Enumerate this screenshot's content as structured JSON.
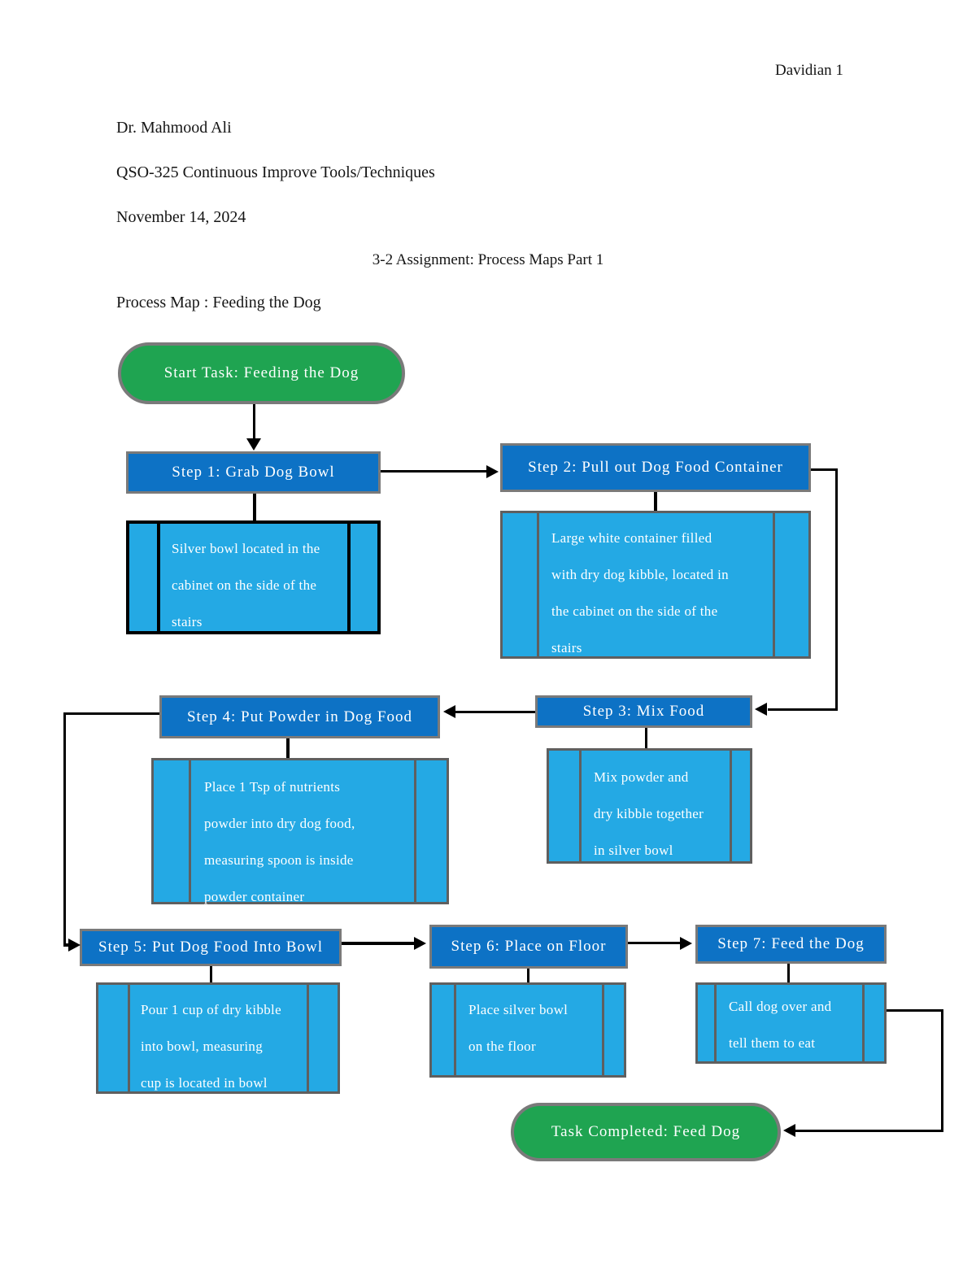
{
  "page": {
    "header_right": "Davidian 1"
  },
  "document": {
    "instructor": "Dr. Mahmood Ali",
    "course": "QSO-325 Continuous Improve Tools/Techniques",
    "date": "November 14, 2024",
    "title": "3-2 Assignment: Process Maps Part 1",
    "map_caption": "Process Map : Feeding the Dog"
  },
  "flowchart": {
    "start_label": "Start Task: Feeding the Dog",
    "end_label": "Task Completed: Feed Dog",
    "steps": [
      {
        "label": "Step 1: Grab Dog Bowl",
        "note_lines": [
          "Silver bowl located in the",
          "cabinet on the side of the",
          "stairs"
        ]
      },
      {
        "label": "Step 2: Pull out Dog Food Container",
        "note_lines": [
          "Large white container filled",
          "with dry dog kibble, located in",
          "the cabinet on the side of the",
          "stairs"
        ]
      },
      {
        "label": "Step 3: Mix Food",
        "note_lines": [
          "Mix powder and",
          "dry kibble together",
          "in silver bowl"
        ]
      },
      {
        "label": "Step 4: Put Powder in Dog Food",
        "note_lines": [
          "Place 1 Tsp of nutrients",
          "powder into dry dog food,",
          "measuring spoon is inside",
          "powder container"
        ]
      },
      {
        "label": "Step 5: Put Dog Food Into Bowl",
        "note_lines": [
          "Pour 1 cup of dry kibble",
          "into bowl, measuring",
          "cup is located in bowl"
        ]
      },
      {
        "label": "Step 6: Place on Floor",
        "note_lines": [
          "Place silver bowl",
          "on the floor"
        ]
      },
      {
        "label": "Step 7: Feed the Dog",
        "note_lines": [
          "Call dog over and",
          "tell them to eat"
        ]
      }
    ],
    "colors": {
      "step_fill": "#0D72C5",
      "note_fill": "#24A9E4",
      "terminal_fill": "#1FA451",
      "step_border": "#7A7A7A",
      "note_border": "#5F5F5F",
      "note1_border": "#000000",
      "connector": "#000000"
    }
  }
}
